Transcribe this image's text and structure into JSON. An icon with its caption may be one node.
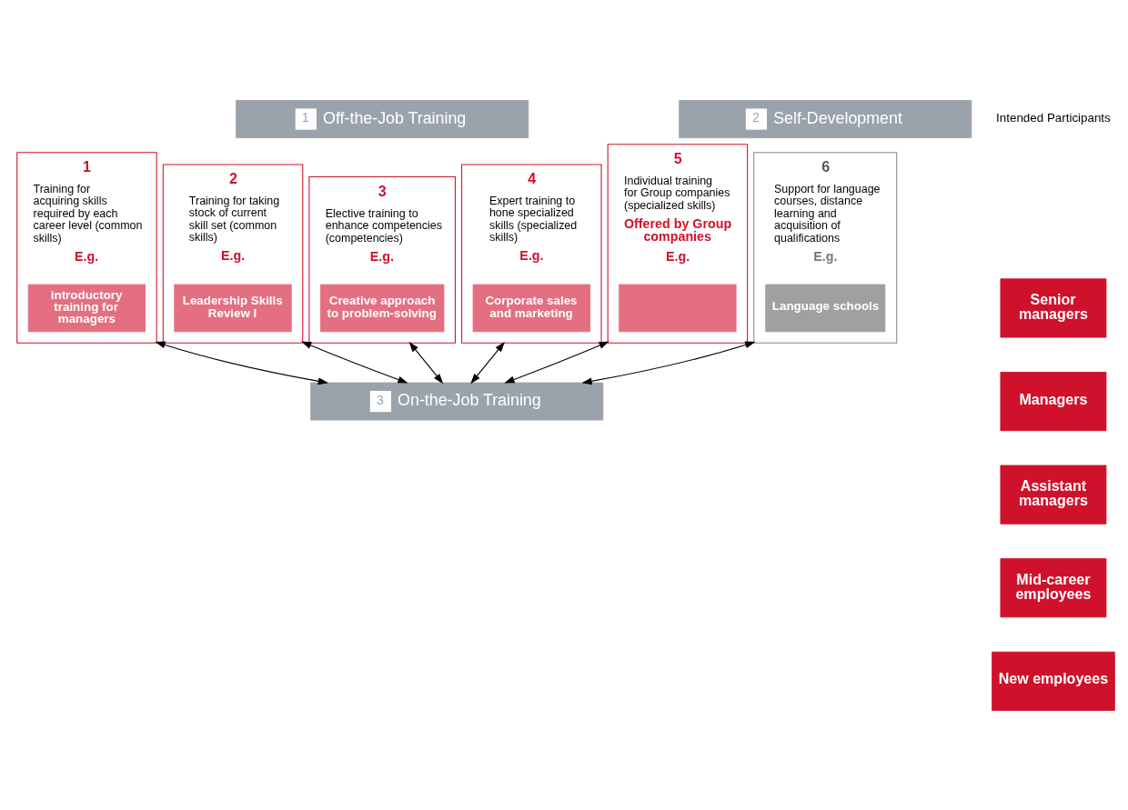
{
  "diagram": {
    "nodes": [
      {
        "text": [
          "1",
          "Off-the-Job Training"
        ]
      },
      {
        "text": [
          "2",
          "Self-Development"
        ]
      },
      {
        "text": [
          "Senior managers"
        ]
      },
      {
        "text": [
          "Managers"
        ]
      },
      {
        "text": [
          "Assistant managers"
        ]
      },
      {
        "text": [
          "Mid-career employees"
        ]
      },
      {
        "text": [
          "New employees"
        ]
      },
      {
        "text": [
          "1",
          "Training for acquiring skills required by each career level (common skills)",
          "E.g."
        ]
      },
      {
        "text": [
          "introductory training for managers"
        ],
        "in": 7
      },
      {
        "text": [
          "2",
          "Training for taking stock of current skill set (common skills)",
          "E.g."
        ]
      },
      {
        "text": [
          "Leadership Skills Review I"
        ],
        "in": 9
      },
      {
        "text": [
          "3",
          "Elective training to enhance competencies (competencies)",
          "E.g."
        ]
      },
      {
        "text": [
          "Creative approach to problem-solving"
        ],
        "in": 11
      },
      {
        "text": [
          "4",
          "Expert training to hone specialized skills (specialized skills)",
          "E.g."
        ]
      },
      {
        "text": [
          "Corporate sales and marketing"
        ],
        "in": 13
      },
      {
        "text": [
          "5",
          "Individual training for Group companies (specialized skills)",
          "Offered by Group companies",
          "E.g."
        ]
      },
      {
        "text": [],
        "shape": "box",
        "in": 15
      },
      {
        "text": [
          "6",
          "Support for language courses, distance learning and acquisition of qualifications",
          "E.g."
        ]
      },
      {
        "text": [
          "Language schools"
        ],
        "in": 17
      },
      {
        "text": [
          "3",
          "On-the-Job Training"
        ]
      }
    ],
    "edges": [
      {
        "from": 7,
        "to": 19,
        "arrow": "both"
      },
      {
        "from": 9,
        "to": 19,
        "arrow": "both"
      },
      {
        "from": 11,
        "to": 19,
        "arrow": "both"
      },
      {
        "from": 13,
        "to": 19,
        "arrow": "both"
      },
      {
        "from": 15,
        "to": 19,
        "arrow": "both"
      },
      {
        "from": 17,
        "to": 19,
        "arrow": "both"
      }
    ],
    "labels": [
      "Intended Participants"
    ]
  }
}
